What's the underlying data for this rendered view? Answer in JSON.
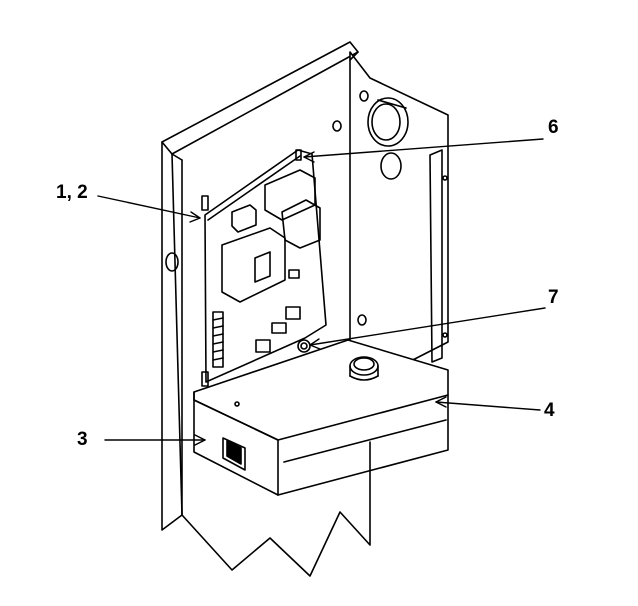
{
  "callouts": {
    "c12": "1, 2",
    "c3": "3",
    "c4": "4",
    "c6": "6",
    "c7": "7"
  },
  "colors": {
    "line": "#000000",
    "background": "#ffffff"
  }
}
